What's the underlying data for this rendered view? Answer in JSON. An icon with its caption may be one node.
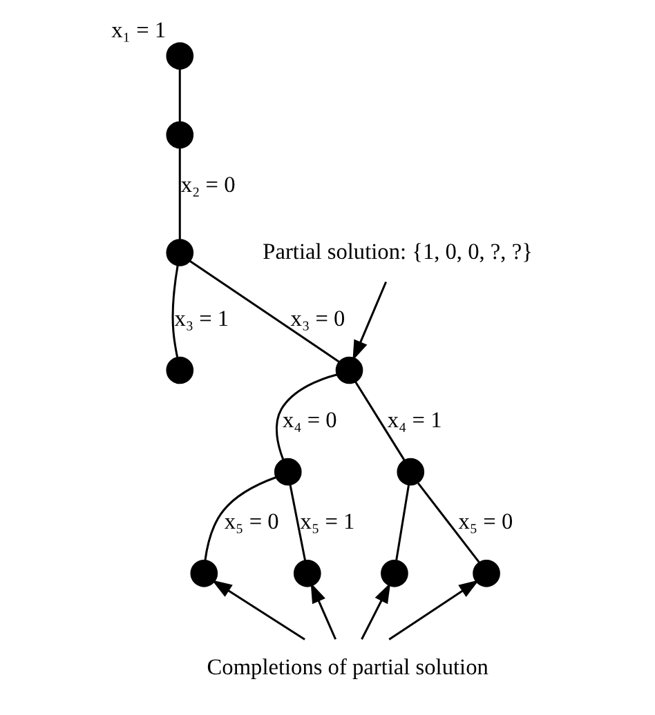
{
  "diagram": {
    "nodes": [
      {
        "text": [],
        "shape": "circle",
        "beside": [
          "x₁ = 1"
        ]
      },
      {
        "text": [],
        "shape": "circle"
      },
      {
        "text": [],
        "shape": "circle"
      },
      {
        "text": [],
        "shape": "circle"
      },
      {
        "text": [],
        "shape": "circle"
      },
      {
        "text": [],
        "shape": "circle"
      },
      {
        "text": [],
        "shape": "circle"
      },
      {
        "text": [],
        "shape": "circle"
      },
      {
        "text": [],
        "shape": "circle"
      },
      {
        "text": [],
        "shape": "circle"
      },
      {
        "text": [],
        "shape": "circle"
      },
      {
        "text": [
          "Partial solution: {1, 0, 0, ?, ?}"
        ]
      },
      {
        "text": [
          "Completions of partial solution"
        ]
      }
    ],
    "edges": [
      {
        "from": 0,
        "to": 1,
        "arrow": "none"
      },
      {
        "from": 1,
        "to": 2,
        "arrow": "none",
        "label": "x₂ = 0"
      },
      {
        "from": 2,
        "to": 3,
        "arrow": "none",
        "label": "x₃ = 0"
      },
      {
        "from": 2,
        "to": 4,
        "arrow": "none",
        "label": "x₃ = 1"
      },
      {
        "from": 3,
        "to": 5,
        "arrow": "none",
        "label": "x₄ = 0"
      },
      {
        "from": 3,
        "to": 6,
        "arrow": "none",
        "label": "x₄ = 1"
      },
      {
        "from": 5,
        "to": 7,
        "arrow": "none",
        "label": "x₅ = 0"
      },
      {
        "from": 5,
        "to": 8,
        "arrow": "none",
        "label": "x₅ = 1"
      },
      {
        "from": 6,
        "to": 9,
        "arrow": "none"
      },
      {
        "from": 6,
        "to": 10,
        "arrow": "none",
        "label": "x₅ = 0"
      },
      {
        "from": 11,
        "to": 3,
        "arrow": "to"
      },
      {
        "from": 12,
        "to": 7,
        "arrow": "to"
      },
      {
        "from": 12,
        "to": 8,
        "arrow": "to"
      },
      {
        "from": 12,
        "to": 9,
        "arrow": "to"
      },
      {
        "from": 12,
        "to": 10,
        "arrow": "to"
      }
    ]
  }
}
